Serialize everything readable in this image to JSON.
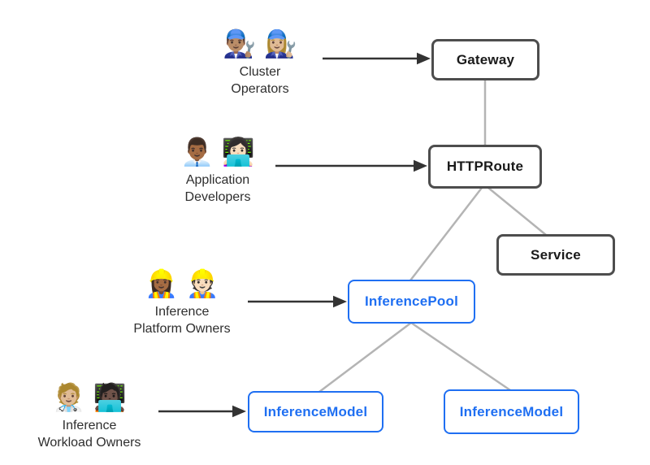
{
  "diagram": {
    "personas": [
      {
        "id": "cluster-operators",
        "emoji": "👨🏽‍🔧 👩🏼‍🔧",
        "line1": "Cluster",
        "line2": "Operators"
      },
      {
        "id": "application-developers",
        "emoji": "👨🏾‍💼 👩🏻‍💻",
        "line1": "Application",
        "line2": "Developers"
      },
      {
        "id": "inference-platform-owners",
        "emoji": "👷🏾‍♀️ 👷🏻",
        "line1": "Inference",
        "line2": "Platform Owners"
      },
      {
        "id": "inference-workload-owners",
        "emoji": "🧑🏼‍⚕️ 🧑🏿‍💻",
        "line1": "Inference",
        "line2": "Workload Owners"
      }
    ],
    "nodes": [
      {
        "id": "gateway",
        "label": "Gateway",
        "style": "dark"
      },
      {
        "id": "httproute",
        "label": "HTTPRoute",
        "style": "dark"
      },
      {
        "id": "service",
        "label": "Service",
        "style": "dark"
      },
      {
        "id": "inference-pool",
        "label": "InferencePool",
        "style": "blue"
      },
      {
        "id": "inference-model-1",
        "label": "InferenceModel",
        "style": "blue"
      },
      {
        "id": "inference-model-2",
        "label": "InferenceModel",
        "style": "blue"
      }
    ],
    "edges": [
      {
        "from": "cluster-operators",
        "to": "gateway",
        "type": "arrow"
      },
      {
        "from": "application-developers",
        "to": "httproute",
        "type": "arrow"
      },
      {
        "from": "inference-platform-owners",
        "to": "inference-pool",
        "type": "arrow"
      },
      {
        "from": "inference-workload-owners",
        "to": "inference-model-1",
        "type": "arrow"
      },
      {
        "from": "gateway",
        "to": "httproute",
        "type": "line"
      },
      {
        "from": "httproute",
        "to": "inference-pool",
        "type": "line"
      },
      {
        "from": "httproute",
        "to": "service",
        "type": "line"
      },
      {
        "from": "inference-pool",
        "to": "inference-model-1",
        "type": "line"
      },
      {
        "from": "inference-pool",
        "to": "inference-model-2",
        "type": "line"
      }
    ],
    "colors": {
      "resource_border": "#4d4d4d",
      "resource_text": "#1a1a1a",
      "inference_accent": "#1f6ff2",
      "connector": "#b4b4b4",
      "arrow": "#333333",
      "background": "#ffffff"
    }
  }
}
